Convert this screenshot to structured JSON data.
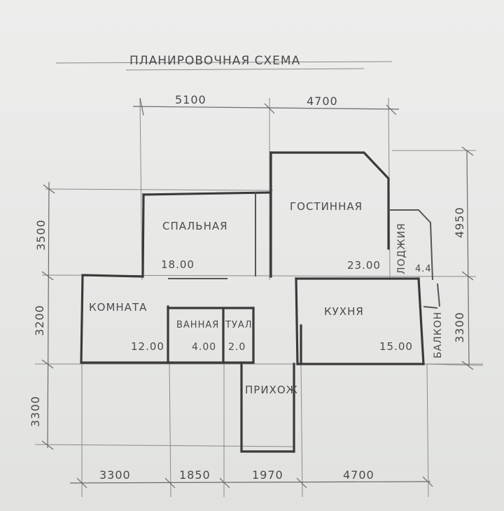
{
  "title": "ПЛАНИРОВОЧНАЯ СХЕМА",
  "dimensions": {
    "top": [
      "5100",
      "4700"
    ],
    "bottom": [
      "3300",
      "1850",
      "1970",
      "4700"
    ],
    "left": [
      "3500",
      "3200",
      "3300"
    ],
    "right": [
      "4950",
      "3300"
    ]
  },
  "rooms": {
    "bedroom": {
      "name": "СПАЛЬНАЯ",
      "area": "18.00"
    },
    "living": {
      "name": "ГОСТИННАЯ",
      "area": "23.00"
    },
    "room": {
      "name": "КОМНАТА",
      "area": "12.00"
    },
    "bathroom": {
      "name": "ВАННАЯ",
      "area": "4.00"
    },
    "toilet": {
      "name": "ТУАЛ",
      "area": "2.0"
    },
    "kitchen": {
      "name": "КУХНЯ",
      "area": "15.00"
    },
    "hall": {
      "name": "ПРИХОЖ"
    },
    "loggia": {
      "name": "ЛОДЖИЯ",
      "area": "4.4"
    },
    "balcony": {
      "name": "БАЛКОН"
    }
  }
}
